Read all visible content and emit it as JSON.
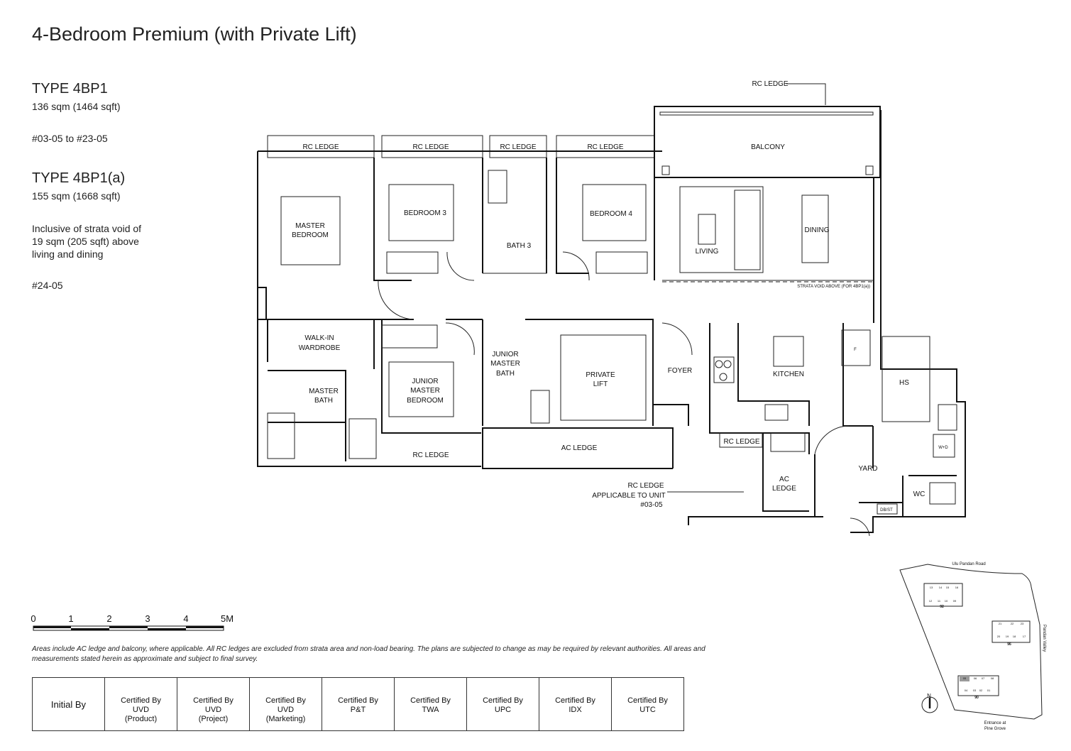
{
  "title": "4-Bedroom Premium (with Private Lift)",
  "types": [
    {
      "name": "TYPE 4BP1",
      "area": "136 sqm (1464 sqft)",
      "units": "#03-05 to #23-05"
    },
    {
      "name": "TYPE 4BP1(a)",
      "area": "155 sqm (1668 sqft)",
      "note": [
        "Inclusive of strata void of",
        "19 sqm (205 sqft) above",
        "living and dining"
      ],
      "units": "#24-05"
    }
  ],
  "plan": {
    "rc_ledge": "RC LEDGE",
    "balcony": "BALCONY",
    "master_bedroom": [
      "MASTER",
      "BEDROOM"
    ],
    "bedroom3": "BEDROOM 3",
    "bath3": "BATH 3",
    "bedroom4": "BEDROOM 4",
    "living": "LIVING",
    "dining": "DINING",
    "strata_void": "STRATA VOID ABOVE (FOR 4BP1(a))",
    "walk_in": [
      "WALK-IN",
      "WARDROBE"
    ],
    "master_bath": [
      "MASTER",
      "BATH"
    ],
    "junior_master_bedroom": [
      "JUNIOR",
      "MASTER",
      "BEDROOM"
    ],
    "junior_master_bath": [
      "JUNIOR",
      "MASTER",
      "BATH"
    ],
    "private_lift": [
      "PRIVATE",
      "LIFT"
    ],
    "foyer": "FOYER",
    "kitchen": "KITCHEN",
    "hs": "HS",
    "ac_ledge": "AC LEDGE",
    "ac_ledge_split": [
      "AC",
      "LEDGE"
    ],
    "yard": "YARD",
    "wd": "W+D",
    "wc": "WC",
    "dbst": "DB/ST",
    "fridge": "F",
    "rc_ledge_applicable": [
      "RC LEDGE",
      "APPLICABLE TO UNIT",
      "#03-05"
    ]
  },
  "scale": {
    "ticks": [
      "0",
      "1",
      "2",
      "3",
      "4",
      "5M"
    ]
  },
  "disclaimer": "Areas include AC ledge and balcony, where applicable. All RC ledges are excluded from strata area and non-load bearing. The plans are subjected to change as may be required by relevant authorities. All areas and measurements stated herein as approximate and subject to final survey.",
  "certification": [
    {
      "lines": [
        "Initial By"
      ]
    },
    {
      "lines": [
        "Certified By",
        "UVD",
        "(Product)"
      ]
    },
    {
      "lines": [
        "Certified By",
        "UVD",
        "(Project)"
      ]
    },
    {
      "lines": [
        "Certified By",
        "UVD",
        "(Marketing)"
      ]
    },
    {
      "lines": [
        "Certified By",
        "P&T"
      ]
    },
    {
      "lines": [
        "Certified By",
        "TWA"
      ]
    },
    {
      "lines": [
        "Certified By",
        "UPC"
      ]
    },
    {
      "lines": [
        "Certified By",
        "IDX"
      ]
    },
    {
      "lines": [
        "Certified By",
        "UTC"
      ]
    }
  ],
  "site_plan": {
    "road_north": "Ulu Pandan Road",
    "road_east": "Pandan Valley",
    "entrance": [
      "Entrance at",
      "Pine Grove"
    ],
    "north": "N",
    "highlight_color": "#9a9a9a",
    "blocks": [
      {
        "block": "92",
        "units_top": [
          "13",
          "14",
          "15",
          "16"
        ],
        "units_bottom": [
          "12",
          "11",
          "10",
          "09"
        ]
      },
      {
        "block": "96",
        "units_top": [
          "21",
          "22",
          "23"
        ],
        "units_bottom": [
          "20",
          "19",
          "18",
          "17"
        ]
      },
      {
        "block": "90",
        "units_top": [
          "05",
          "06",
          "07",
          "08"
        ],
        "units_bottom": [
          "04",
          "03",
          "02",
          "01"
        ],
        "highlighted_unit": "05"
      }
    ]
  }
}
